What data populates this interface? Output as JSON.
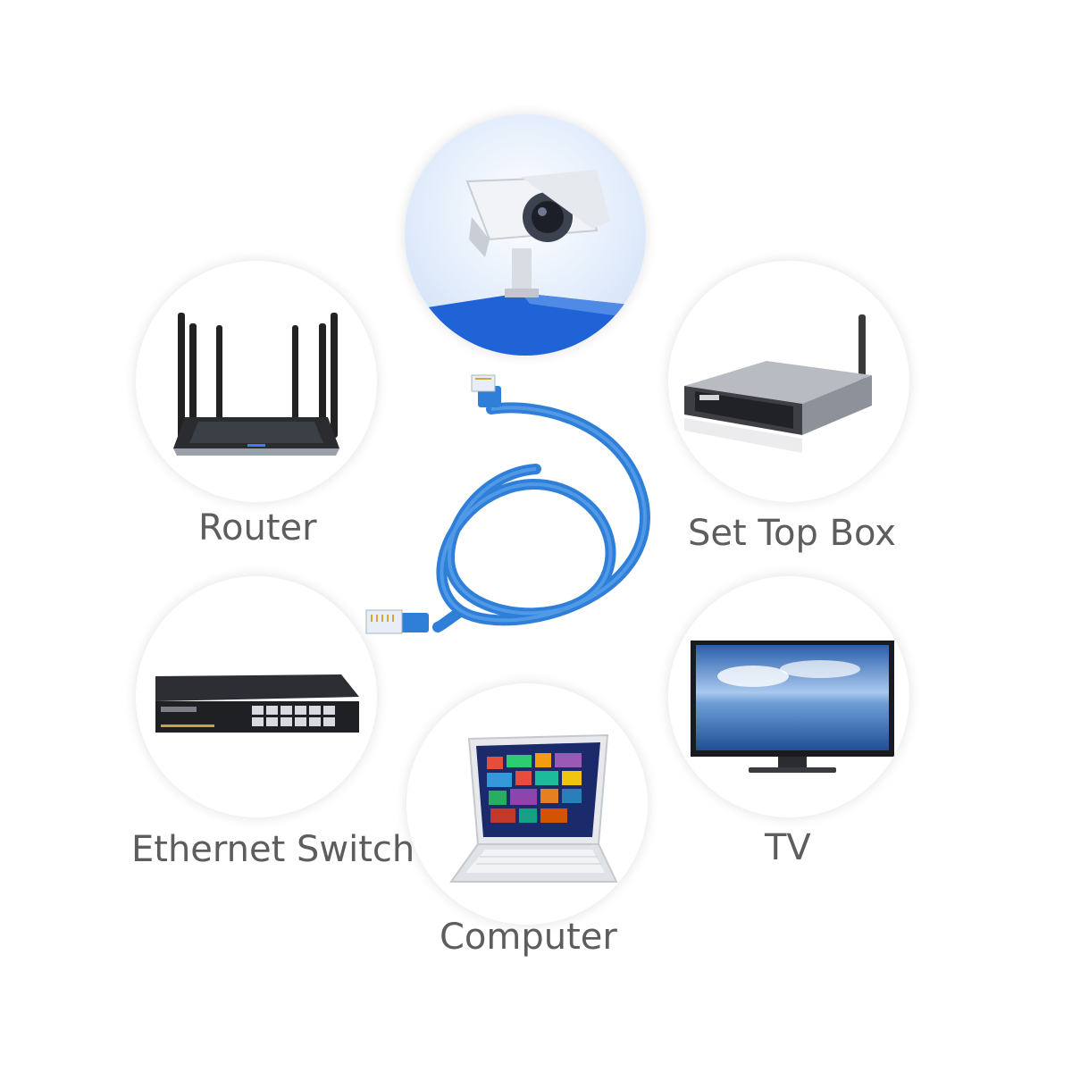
{
  "devices": {
    "camera": {
      "label": ""
    },
    "router": {
      "label": "Router"
    },
    "set_top_box": {
      "label": "Set Top Box"
    },
    "ethernet_switch": {
      "label": "Ethernet Switch"
    },
    "tv": {
      "label": "TV"
    },
    "computer": {
      "label": "Computer"
    }
  },
  "colors": {
    "cable": "#2f7fd8",
    "label_text": "#5d5d5d",
    "camera_sky": "#dfe9fb",
    "camera_wall": "#1f63d6"
  }
}
